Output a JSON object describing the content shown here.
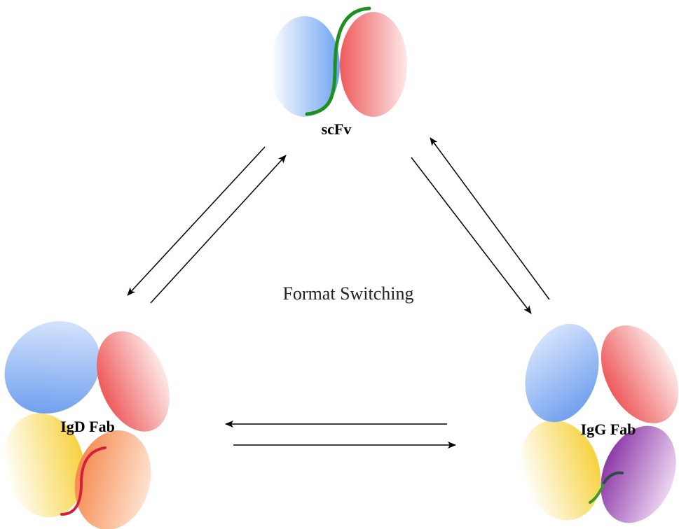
{
  "labels": {
    "scfv": "scFv",
    "igd_fab": "IgD Fab",
    "igg_fab": "IgG Fab",
    "center": "Format Switching"
  },
  "colors": {
    "blue_domain": "#6ea3f2",
    "red_domain": "#ef6a6a",
    "yellow_domain": "#f7d85a",
    "orange_domain": "#f6a06a",
    "purple_domain": "#9a4fb0",
    "scfv_linker": "#1f8f1f",
    "igd_hinge": "#d61f3a",
    "igg_hinge_green": "#3f9a2a",
    "igg_hinge_dark": "#2f4a4a"
  }
}
